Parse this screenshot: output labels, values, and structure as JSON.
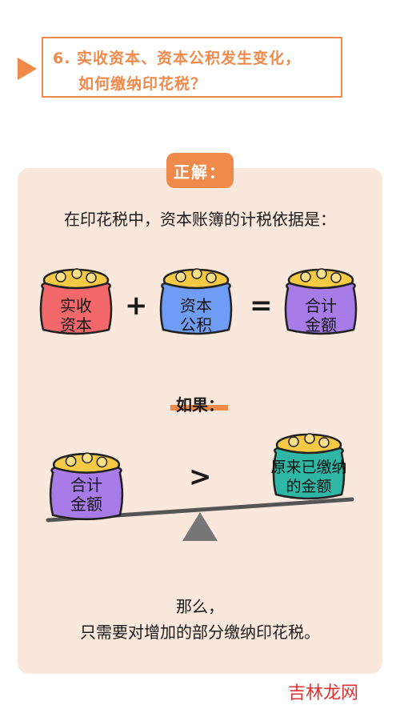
{
  "title": {
    "line1": "6. 实收资本、资本公积发生变化，",
    "line2": "如何缴纳印花税？"
  },
  "badge": "正解：",
  "basis_text": "在印花税中，资本账簿的计税依据是：",
  "equation": {
    "bag1": {
      "line1": "实收",
      "line2": "资本"
    },
    "plus": "+",
    "bag2": {
      "line1": "资本",
      "line2": "公积"
    },
    "equals": "=",
    "bag3": {
      "line1": "合计",
      "line2": "金额"
    }
  },
  "condition_label": "如果：",
  "comparison": {
    "left": {
      "line1": "合计",
      "line2": "金额"
    },
    "op": ">",
    "right": {
      "line1": "原来已缴纳",
      "line2": "的金额"
    }
  },
  "conclusion": {
    "line1": "那么，",
    "line2": "只需要对增加的部分缴纳印花税。"
  },
  "watermark": "吉林龙网",
  "colors": {
    "accent": "#f08a4b",
    "card_bg": "#fbe8dd",
    "bag_red": "#f2686b",
    "bag_blue": "#6f9cf5",
    "bag_purple": "#a77be8",
    "bag_teal": "#2fb7a5",
    "coin": "#f6c945"
  }
}
